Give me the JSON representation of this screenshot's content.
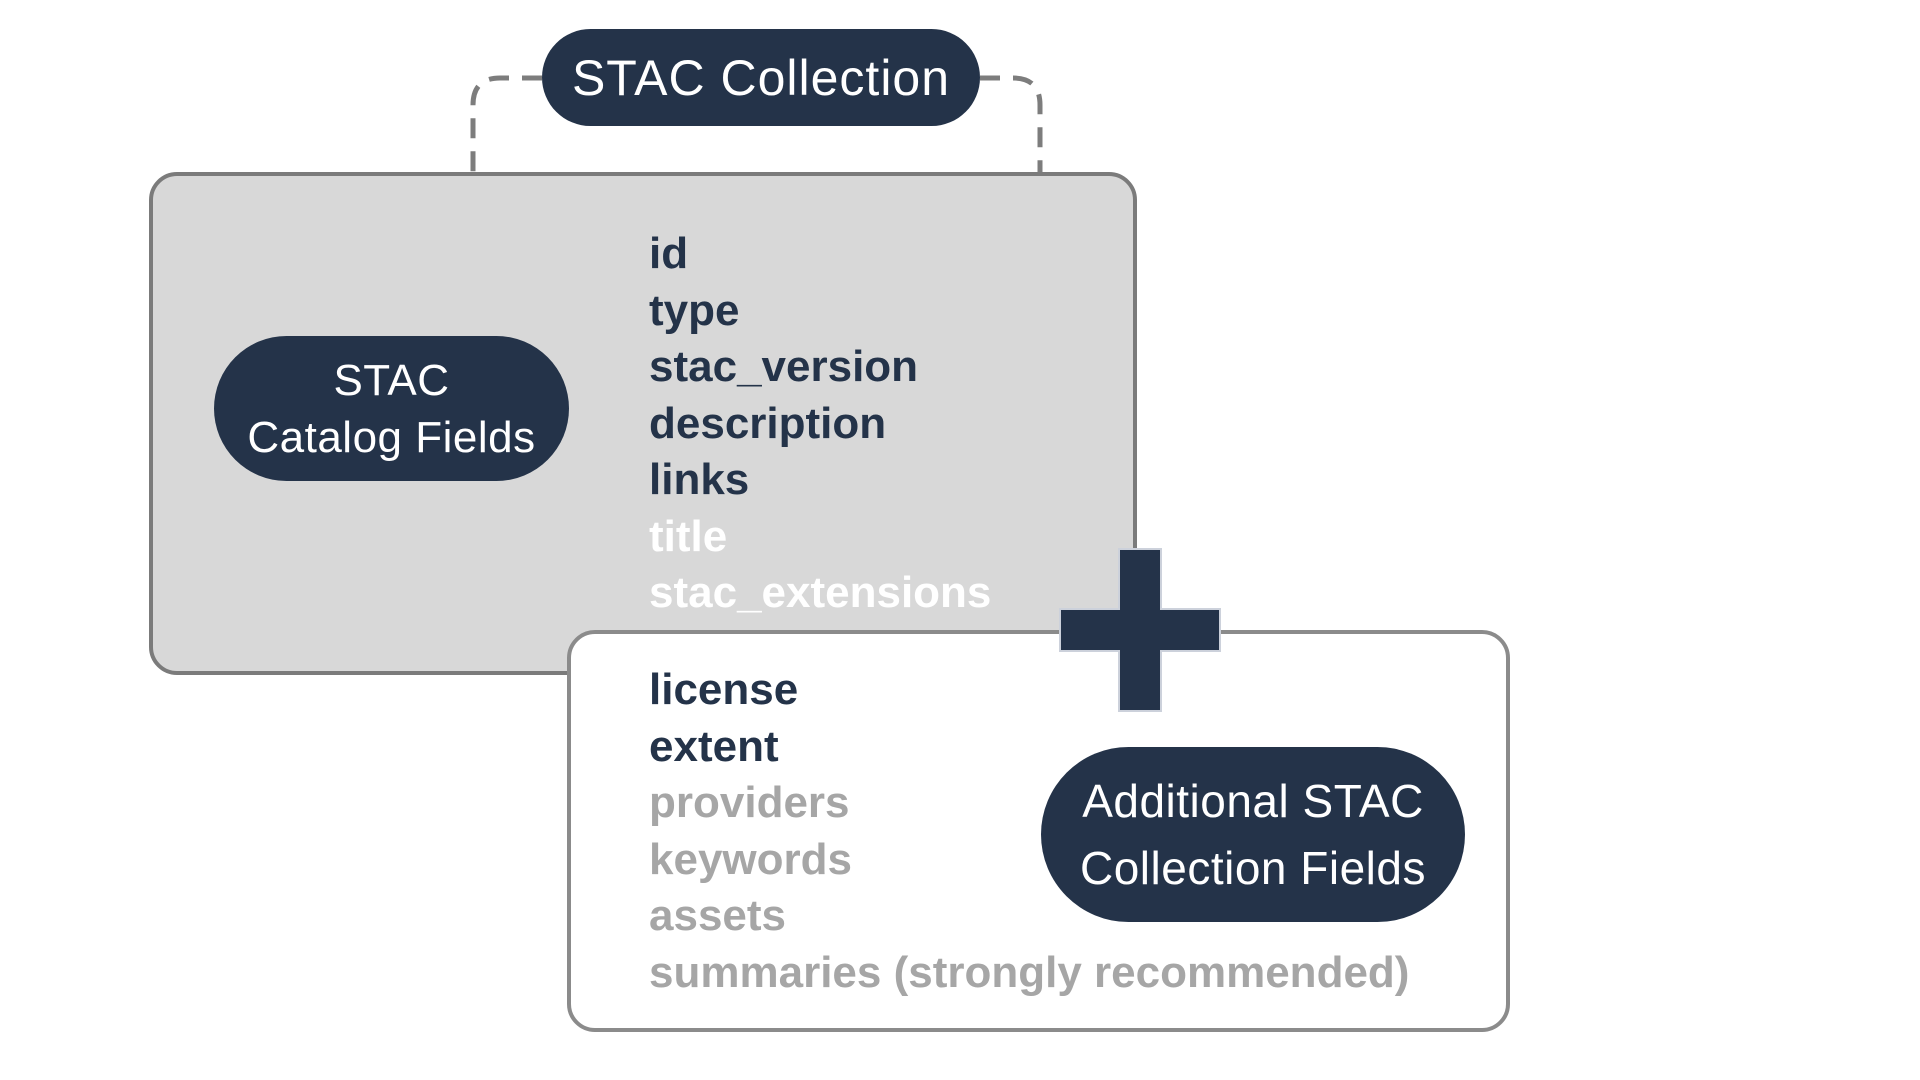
{
  "top_pill": {
    "label": "STAC Collection"
  },
  "catalog_box": {
    "pill": {
      "line1": "STAC",
      "line2": "Catalog Fields"
    },
    "required_fields": [
      "id",
      "type",
      "stac_version",
      "description",
      "links"
    ],
    "optional_fields": [
      "title",
      "stac_extensions"
    ]
  },
  "plus": {
    "icon": "plus-icon",
    "symbol": "+"
  },
  "collection_box": {
    "pill": {
      "line1": "Additional STAC",
      "line2": "Collection Fields"
    },
    "required_fields": [
      "license",
      "extent"
    ],
    "optional_fields": [
      "providers",
      "keywords",
      "assets",
      "summaries (strongly recommended)"
    ]
  },
  "colors": {
    "navy": "#243349",
    "gray_box_fill": "#d8d8d8",
    "gray_box_border": "#7b7b7b",
    "white_box_border": "#8b8b8b",
    "connector_gray": "#7d7d7d",
    "muted_text": "#a6a6a6",
    "white_text": "#ffffff"
  }
}
